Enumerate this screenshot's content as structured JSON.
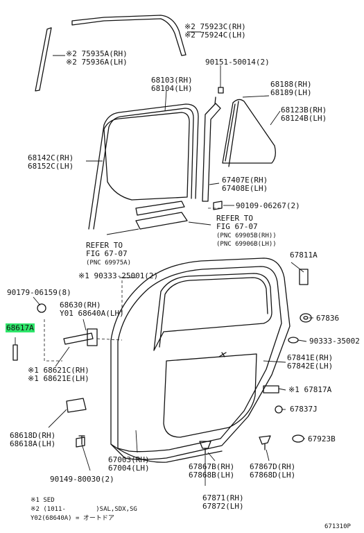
{
  "parts": {
    "p75923": [
      "※2 75923C(RH)",
      "※2 75924C(LH)"
    ],
    "p75935": [
      "※2 75935A(RH)",
      "※2 75936A(LH)"
    ],
    "p90151": "90151-50014(2)",
    "p68103": [
      "68103(RH)",
      "68104(LH)"
    ],
    "p68188": [
      "68188(RH)",
      "68189(LH)"
    ],
    "p68123": [
      "68123B(RH)",
      "68124B(LH)"
    ],
    "p68142": [
      "68142C(RH)",
      "68152C(LH)"
    ],
    "p67407": [
      "67407E(RH)",
      "67408E(LH)"
    ],
    "p90109": "90109-06267(2)",
    "ref_right": [
      "REFER TO",
      "FIG 67-07",
      "(PNC 69905B(RH))",
      "(PNC 69906B(LH))"
    ],
    "ref_left": [
      "REFER TO",
      "FIG 67-07",
      "(PNC 69975A)"
    ],
    "p67811": "67811A",
    "p90333a": "※1 90333-25001(2)",
    "p90179": "90179-06159(8)",
    "p68630": [
      "68630(RH)",
      "Y01 68640A(LH)"
    ],
    "p67836": "67836",
    "p68617": "68617A",
    "p90333b": "90333-35002",
    "p68621": [
      "※1 68621C(RH)",
      "※1 68621E(LH)"
    ],
    "p67841": [
      "67841E(RH)",
      "67842E(LH)"
    ],
    "p67817": "※1 67817A",
    "p67837": "67837J",
    "p68618": [
      "68618D(RH)",
      "68618A(LH)"
    ],
    "p67923": "67923B",
    "p67003": [
      "67003(RH)",
      "67004(LH)"
    ],
    "p67867": [
      "67867B(RH)",
      "67868B(LH)"
    ],
    "p67867d": [
      "67867D(RH)",
      "67868D(LH)"
    ],
    "p90149": "90149-80030(2)",
    "p67871": [
      "67871(RH)",
      "67872(LH)"
    ]
  },
  "notes": {
    "n1": "※1 SED",
    "n2": "※2 (1011-        )SAL,SDX,SG",
    "n3": "Y02(68640A) = オートドア"
  },
  "figure_code": "671310P",
  "highlight_color": "#2ee66a"
}
